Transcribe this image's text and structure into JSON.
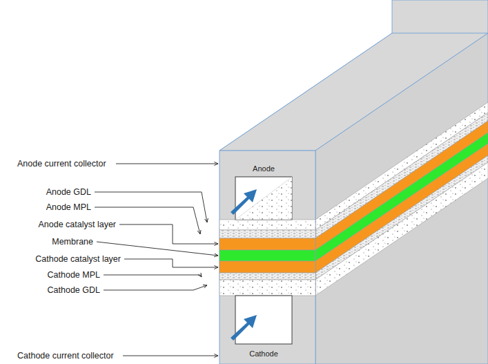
{
  "diagram": {
    "labels": [
      "Anode current collector",
      "Anode GDL",
      "Anode MPL",
      "Anode catalyst layer",
      "Membrane",
      "Cathode catalyst layer",
      "Cathode MPL",
      "Cathode GDL",
      "Cathode current collector",
      "Anode",
      "Cathode"
    ]
  }
}
